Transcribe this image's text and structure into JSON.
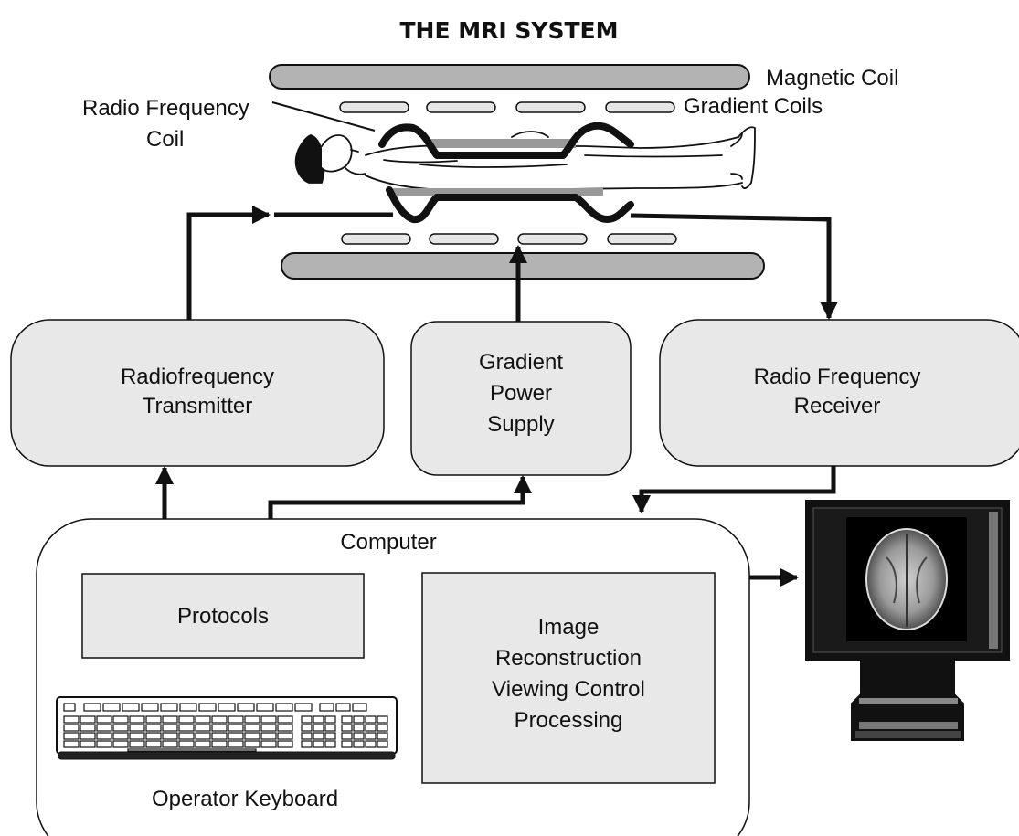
{
  "title": "THE MRI SYSTEM",
  "labels": {
    "magnetic_coil": "Magnetic Coil",
    "gradient_coils": "Gradient Coils",
    "rf_coil_line1": "Radio Frequency",
    "rf_coil_line2": "Coil"
  },
  "blocks": {
    "rf_transmitter": [
      "Radiofrequency",
      "Transmitter"
    ],
    "gradient_supply": [
      "Gradient",
      "Power",
      "Supply"
    ],
    "rf_receiver": [
      "Radio Frequency",
      "Receiver"
    ],
    "computer": "Computer",
    "protocols": "Protocols",
    "image_processing": [
      "Image",
      "Reconstruction",
      "Viewing Control",
      "Processing"
    ],
    "keyboard_label": "Operator Keyboard"
  },
  "icons": {
    "patient": "patient-figure-icon",
    "monitor": "brain-scan-monitor-icon",
    "keyboard": "keyboard-icon"
  },
  "colors": {
    "box_fill": "#e8e8e8",
    "coil_fill": "#b3b3b3",
    "gradient_coil_fill": "#e6e6e6",
    "line": "#111111",
    "rf_coil_band": "#999999"
  }
}
